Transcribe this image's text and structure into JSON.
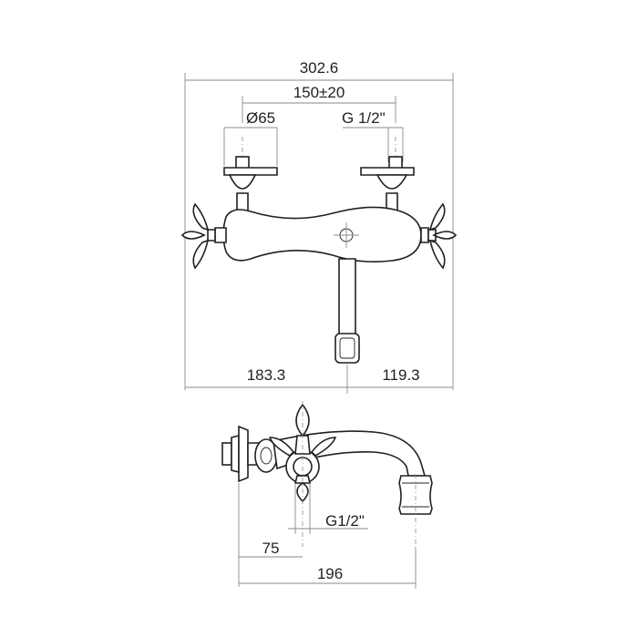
{
  "front_view": {
    "overall_width": "302.6",
    "center_distance": "150±20",
    "rosette_diameter": "Ø65",
    "thread_top": "G 1/2\"",
    "left_offset": "183.3",
    "right_offset": "119.3"
  },
  "side_view": {
    "thread_bottom": "G1/2\"",
    "depth_short": "75",
    "depth_long": "196"
  }
}
